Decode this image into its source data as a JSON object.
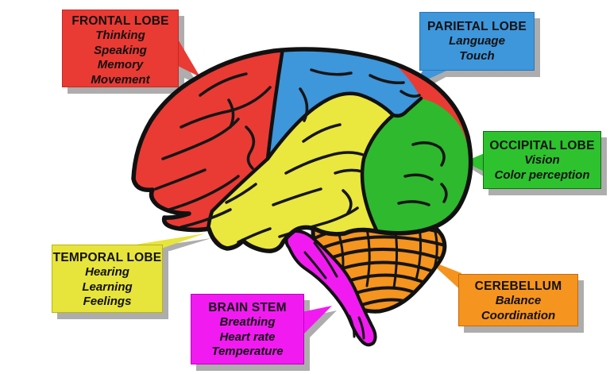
{
  "callouts": [
    {
      "id": "frontal-lobe",
      "title": "FRONTAL LOBE",
      "items": [
        "Thinking",
        "Speaking",
        "Memory",
        "Movement"
      ],
      "fill": "#EA3A34"
    },
    {
      "id": "parietal-lobe",
      "title": "PARIETAL LOBE",
      "items": [
        "Language",
        "Touch"
      ],
      "fill": "#3E96DB"
    },
    {
      "id": "occipital-lobe",
      "title": "OCCIPITAL LOBE",
      "items": [
        "Vision",
        "Color perception"
      ],
      "fill": "#2EC22E"
    },
    {
      "id": "temporal-lobe",
      "title": "TEMPORAL LOBE",
      "items": [
        "Hearing",
        "Learning",
        "Feelings"
      ],
      "fill": "#E7E43C"
    },
    {
      "id": "brain-stem",
      "title": "BRAIN STEM",
      "items": [
        "Breathing",
        "Heart rate",
        "Temperature"
      ],
      "fill": "#F11BF1"
    },
    {
      "id": "cerebellum",
      "title": "CEREBELLUM",
      "items": [
        "Balance",
        "Coordination"
      ],
      "fill": "#F5941F"
    }
  ],
  "brain": {
    "regions": [
      {
        "name": "frontal lobe",
        "color": "#EA3A34"
      },
      {
        "name": "parietal lobe",
        "color": "#3E96DB"
      },
      {
        "name": "temporal lobe",
        "color": "#EAE73E"
      },
      {
        "name": "occipital lobe",
        "color": "#2EB92E"
      },
      {
        "name": "cerebellum",
        "color": "#F5941F"
      },
      {
        "name": "brain stem",
        "color": "#F11BF1"
      }
    ],
    "outline_color": "#111111",
    "shadow_color": "#ADADAD",
    "background": "#FFFFFF"
  }
}
